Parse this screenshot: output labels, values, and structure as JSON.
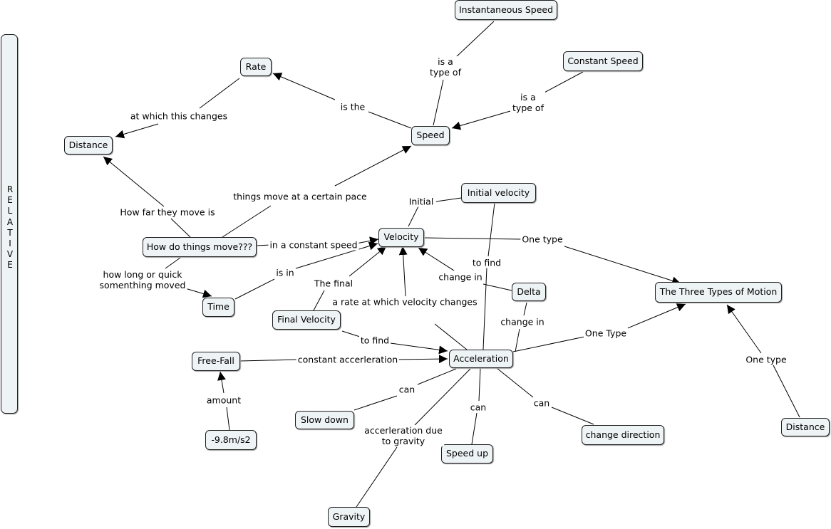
{
  "sidebar": {
    "label": "RELATIVE"
  },
  "nodes": {
    "instantaneous_speed": "Instantaneous Speed",
    "rate": "Rate",
    "constant_speed": "Constant Speed",
    "distance_top": "Distance",
    "speed": "Speed",
    "initial_velocity": "Initial velocity",
    "velocity": "Velocity",
    "how_do_things_move": "How do things move???",
    "the_three_types": "The Three Types of Motion",
    "delta": "Delta",
    "time": "Time",
    "final_velocity": "Final Velocity",
    "free_fall": "Free-Fall",
    "acceleration": "Acceleration",
    "slow_down": "Slow down",
    "neg_gravity": "-9.8m/s2",
    "speed_up": "Speed up",
    "change_direction": "change direction",
    "distance_right": "Distance",
    "gravity": "Gravity"
  },
  "links": {
    "is_a_type_of_1": "is a\ntype of",
    "is_a_type_of_2": "is a\ntype of",
    "is_the": "is the",
    "at_which_this_changes": "at which this changes",
    "things_move_pace": "things move at a certain pace",
    "initial": "Initial",
    "how_far": "How far they move is",
    "in_constant_speed": "in a constant speed",
    "one_type_1": "One type",
    "how_long": "how long or quick\nsomenthing moved",
    "to_find_1": "to find",
    "is_in": "is in",
    "change_in_1": "change in",
    "the_final": "The final",
    "rate_velocity": "a rate at which velocity changes",
    "change_in_2": "change in",
    "to_find_2": "to find",
    "one_type_2": "One Type",
    "one_type_3": "One type",
    "constant_accel": "constant accerleration",
    "can_1": "can",
    "amount": "amount",
    "can_2": "can",
    "can_3": "can",
    "accel_gravity": "accerleration due\nto gravity"
  }
}
